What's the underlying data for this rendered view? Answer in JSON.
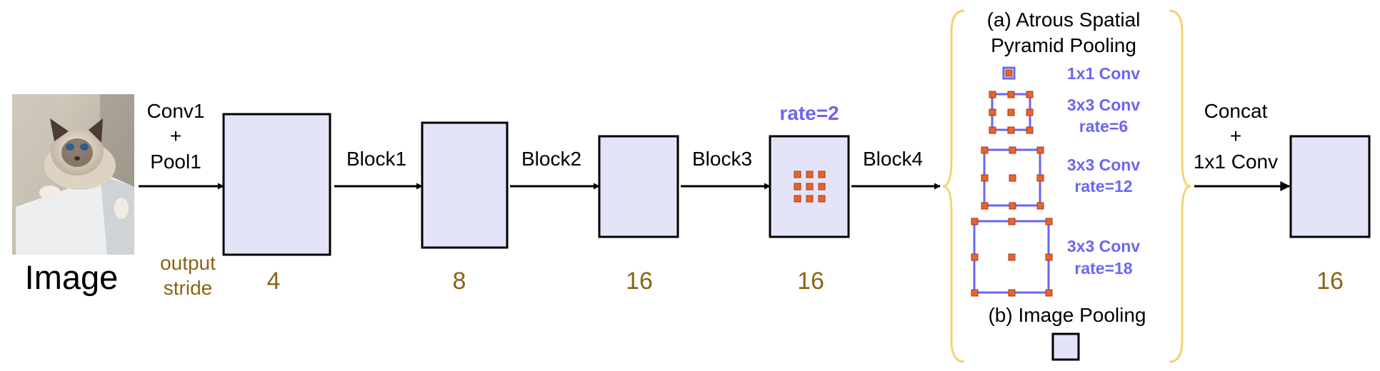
{
  "input": {
    "label": "Image"
  },
  "stride_label": [
    "output",
    "stride"
  ],
  "stages": [
    {
      "op": [
        "Conv1",
        "+",
        "Pool1"
      ],
      "stride": "4"
    },
    {
      "op": [
        "Block1"
      ],
      "stride": "8"
    },
    {
      "op": [
        "Block2"
      ],
      "stride": "16"
    },
    {
      "op": [
        "Block3"
      ],
      "stride": "16",
      "rate_label": "rate=2"
    },
    {
      "op": [
        "Block4"
      ]
    }
  ],
  "aspp": {
    "title": [
      "(a) Atrous Spatial",
      "Pyramid Pooling"
    ],
    "branches": [
      {
        "label": [
          "1x1 Conv"
        ]
      },
      {
        "label": [
          "3x3 Conv",
          "rate=6"
        ]
      },
      {
        "label": [
          "3x3 Conv",
          "rate=12"
        ]
      },
      {
        "label": [
          "3x3 Conv",
          "rate=18"
        ]
      }
    ],
    "image_pooling": "(b) Image Pooling"
  },
  "concat": {
    "op": [
      "Concat",
      "+",
      "1x1 Conv"
    ]
  },
  "output": {
    "stride": "16"
  },
  "colors": {
    "feature_fill": "#e4e4f8",
    "kernel_blue": "#6b66f2",
    "dot_orange": "#e9632a",
    "stride_brown": "#8a6516",
    "brace_yellow": "#f4d36e"
  }
}
